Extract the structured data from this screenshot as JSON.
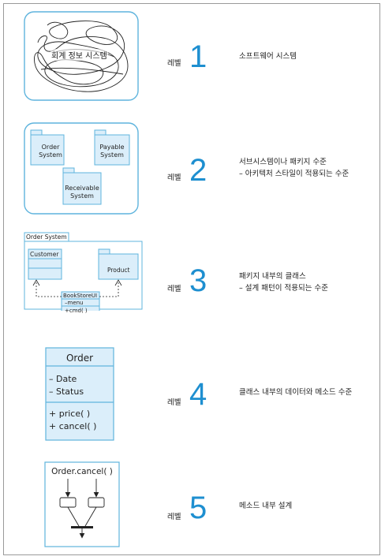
{
  "colors": {
    "accent": "#1e8fd0",
    "box_border": "#5fb4dd",
    "box_fill": "#dbeefa",
    "line": "#222222"
  },
  "levels": [
    {
      "word": "레벨",
      "number": "1",
      "desc_line1": "소프트웨어 시스템",
      "desc_line2": ""
    },
    {
      "word": "레벨",
      "number": "2",
      "desc_line1": "서브시스템이나 패키지 수준",
      "desc_line2": "– 아키텍처 스타일이 적용되는 수준"
    },
    {
      "word": "레벨",
      "number": "3",
      "desc_line1": "패키지 내부의 클래스",
      "desc_line2": "– 설계 패턴이 적용되는 수준"
    },
    {
      "word": "레벨",
      "number": "4",
      "desc_line1": "클래스 내부의 데이터와 메소드 수준",
      "desc_line2": ""
    },
    {
      "word": "레벨",
      "number": "5",
      "desc_line1": "메소드 내부 설계",
      "desc_line2": ""
    }
  ],
  "diagram1": {
    "label": "회계 정보 시스템"
  },
  "diagram2": {
    "pkg_order": [
      "Order",
      "System"
    ],
    "pkg_payable": [
      "Payable",
      "System"
    ],
    "pkg_receivable": [
      "Receivable",
      "System"
    ]
  },
  "diagram3": {
    "package": "Order System",
    "customer": "Customer",
    "product": "Product",
    "bookstore": "BookStoreUI",
    "attr": "–menu",
    "op": "+cmd( )"
  },
  "diagram4": {
    "class_name": "Order",
    "attr1": "– Date",
    "attr2": "– Status",
    "op1": "+ price( )",
    "op2": "+ cancel( )"
  },
  "diagram5": {
    "title": "Order.cancel( )"
  }
}
